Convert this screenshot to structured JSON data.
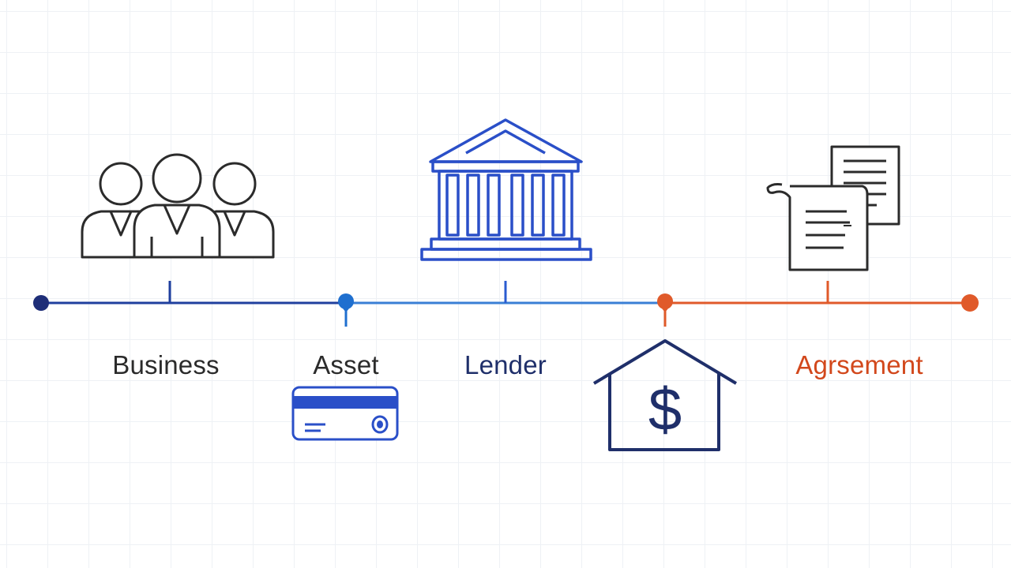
{
  "colors": {
    "navy": "#1e2e78",
    "dark_blue": "#1f3f9e",
    "blue": "#2a5bd0",
    "mid_blue": "#3a7fd5",
    "orange": "#e05a2a",
    "ink": "#2b2b2b",
    "house_navy": "#1f2f6a"
  },
  "timeline": {
    "stages": [
      {
        "label": "Business",
        "icon": "people-group-icon",
        "color": "#2b2b2b"
      },
      {
        "label": "Asset",
        "icon": "credit-card-icon",
        "color": "#2b2b2b"
      },
      {
        "label": "Lender",
        "icon": "bank-building-icon",
        "color": "#1f2f6a"
      },
      {
        "label": "",
        "icon": "house-dollar-icon",
        "color": "#1f2f6a"
      },
      {
        "label": "Agrsement",
        "icon": "documents-icon",
        "color": "#d2481c"
      }
    ]
  }
}
